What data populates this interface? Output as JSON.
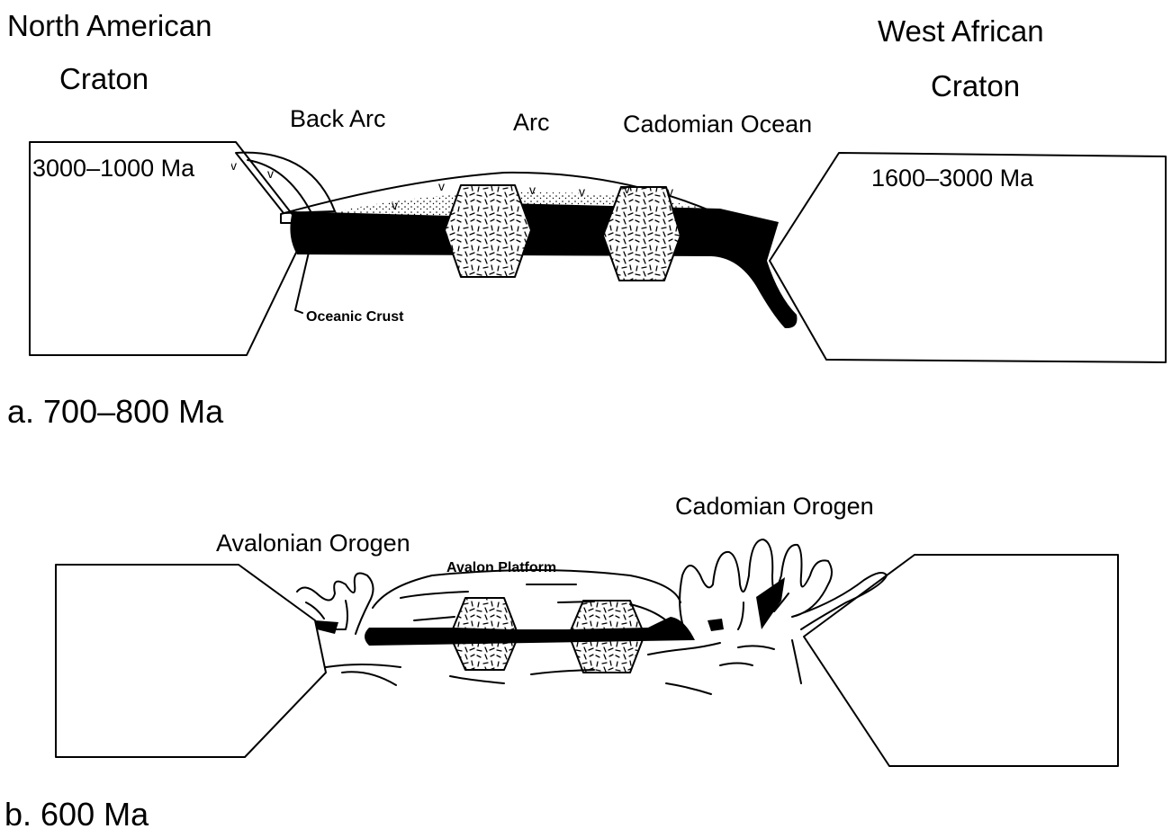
{
  "panel_a": {
    "left_craton_title_1": "North American",
    "left_craton_title_2": "Craton",
    "right_craton_title_1": "West African",
    "right_craton_title_2": "Craton",
    "left_craton_age": "3000–1000 Ma",
    "right_craton_age": "1600–3000 Ma",
    "back_arc_label": "Back Arc",
    "arc_label": "Arc",
    "ocean_label": "Cadomian Ocean",
    "crust_label": "Oceanic Crust",
    "volcano_symbol": "v",
    "caption": "a. 700–800 Ma"
  },
  "panel_b": {
    "avalonian_label": "Avalonian Orogen",
    "cadomian_label": "Cadomian Orogen",
    "platform_label": "Avalon Platform",
    "caption": "b. 600 Ma"
  }
}
